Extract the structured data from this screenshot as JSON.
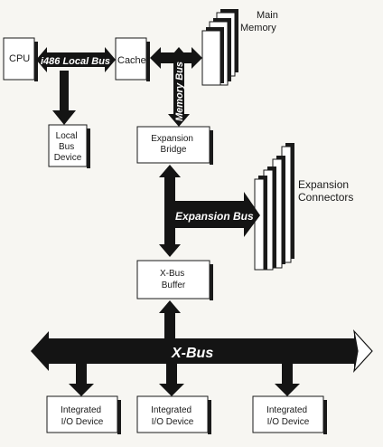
{
  "diagram": {
    "nodes": {
      "cpu": "CPU",
      "cache": "Cache",
      "local_bus_device": [
        "Local",
        "Bus",
        "Device"
      ],
      "main_memory": [
        "Main",
        "Memory"
      ],
      "expansion_bridge": [
        "Expansion",
        "Bridge"
      ],
      "expansion_connectors": [
        "Expansion",
        "Connectors"
      ],
      "xbus_buffer": [
        "X-Bus",
        "Buffer"
      ],
      "io_device_1": [
        "Integrated",
        "I/O Device"
      ],
      "io_device_2": [
        "Integrated",
        "I/O Device"
      ],
      "io_device_3": [
        "Integrated",
        "I/O Device"
      ]
    },
    "buses": {
      "local_bus": "i486 Local Bus",
      "memory_bus": "Memory Bus",
      "expansion_bus": "Expansion Bus",
      "x_bus": "X-Bus"
    }
  },
  "colors": {
    "ink": "#141414",
    "paper": "#f7f6f2",
    "box_fill": "#ffffff"
  }
}
